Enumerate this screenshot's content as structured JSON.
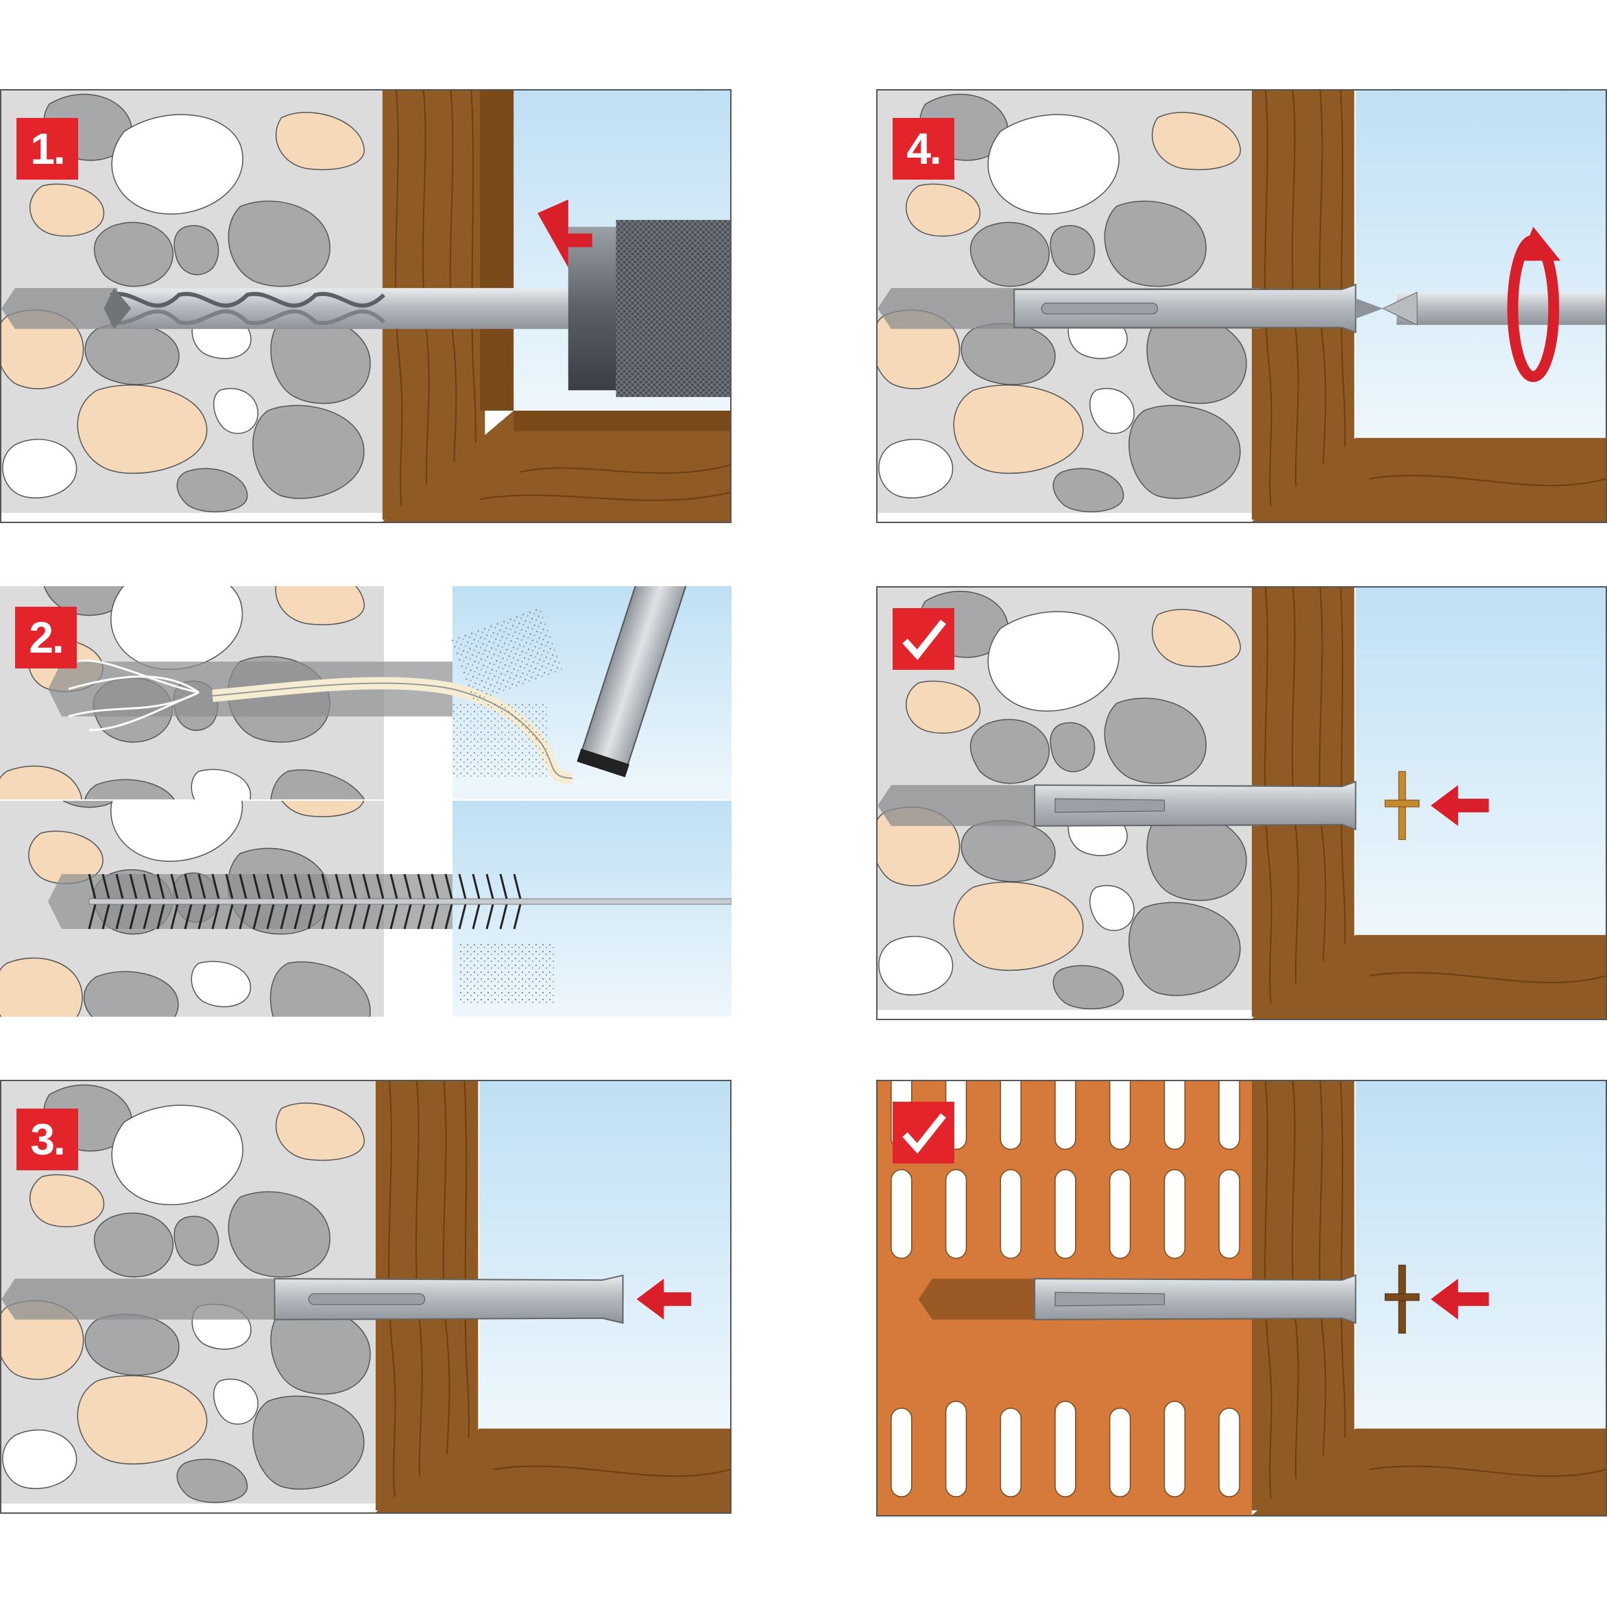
{
  "steps": [
    {
      "number": "1.",
      "action": "drill"
    },
    {
      "number": "2.",
      "action": "clean"
    },
    {
      "number": "3.",
      "action": "insert"
    },
    {
      "number": "4.",
      "action": "screw"
    },
    {
      "number": "",
      "action": "done-solid"
    },
    {
      "number": "",
      "action": "done-hollow"
    }
  ],
  "colors": {
    "badge": "#e3242b",
    "arrow": "#d9202a",
    "stone_bg": "#dcdcdc",
    "stone_grey": "#a7a8aa",
    "stone_sand": "#f5d9b8",
    "wood": "#8f5a23",
    "glass": "#cfe6f6",
    "brick": "#d67a3c",
    "metal": "#c9cdd1"
  },
  "icons": [
    "check-icon",
    "arrow-left-icon",
    "rotate-icon"
  ]
}
